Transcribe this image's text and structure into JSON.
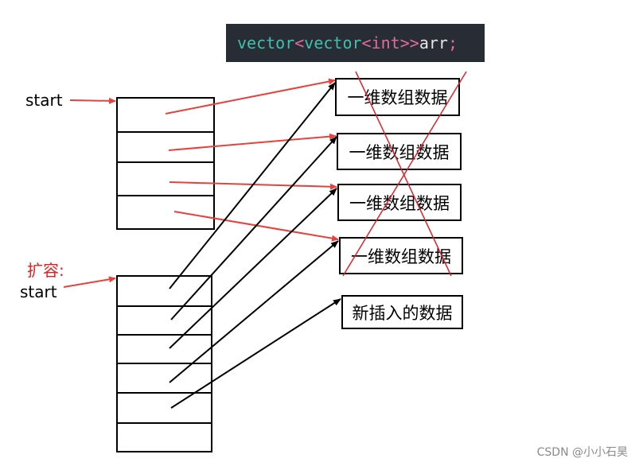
{
  "code_banner": {
    "t1": "vector",
    "t2": "<",
    "t3": "vector",
    "t4": "<",
    "t5": "int",
    "t6": ">>",
    "t7": " arr",
    "t8": ";"
  },
  "labels": {
    "old_start": "start",
    "expand": "扩容:",
    "new_start": "start"
  },
  "boxes": {
    "old_data": [
      "一维数组数据",
      "一维数组数据",
      "一维数组数据",
      "一维数组数据"
    ],
    "new_data": "新插入的数据"
  },
  "watermark": "CSDN @小小石昊",
  "colors": {
    "old_arrow": "#e8403a",
    "new_arrow": "#000000",
    "cross": "#e0202a",
    "expand_label": "#e02020",
    "banner_bg": "#282c34"
  }
}
